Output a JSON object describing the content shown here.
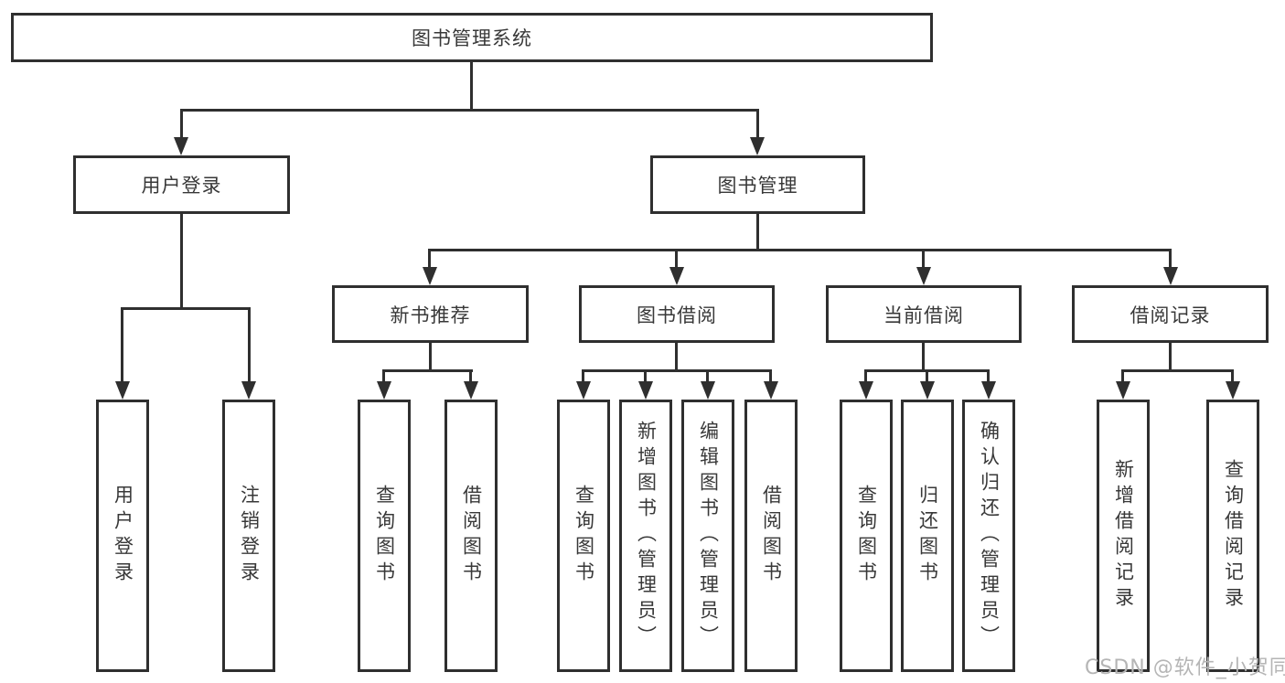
{
  "colors": {
    "line": "#2f2f2f",
    "text": "#383838",
    "watermark": "#b5b5b5",
    "background": "#ffffff"
  },
  "watermark": "CSDN @软件_小贺同学",
  "tree": {
    "label": "图书管理系统",
    "children": [
      {
        "label": "用户登录",
        "children": [
          {
            "label": "用户登录"
          },
          {
            "label": "注销登录"
          }
        ]
      },
      {
        "label": "图书管理",
        "children": [
          {
            "label": "新书推荐",
            "children": [
              {
                "label": "查询图书"
              },
              {
                "label": "借阅图书"
              }
            ]
          },
          {
            "label": "图书借阅",
            "children": [
              {
                "label": "查询图书"
              },
              {
                "label": "新增图书（管理员）"
              },
              {
                "label": "编辑图书（管理员）"
              },
              {
                "label": "借阅图书"
              }
            ]
          },
          {
            "label": "当前借阅",
            "children": [
              {
                "label": "查询图书"
              },
              {
                "label": "归还图书"
              },
              {
                "label": "确认归还（管理员）"
              }
            ]
          },
          {
            "label": "借阅记录",
            "children": [
              {
                "label": "新增借阅记录"
              },
              {
                "label": "查询借阅记录"
              }
            ]
          }
        ]
      }
    ]
  }
}
